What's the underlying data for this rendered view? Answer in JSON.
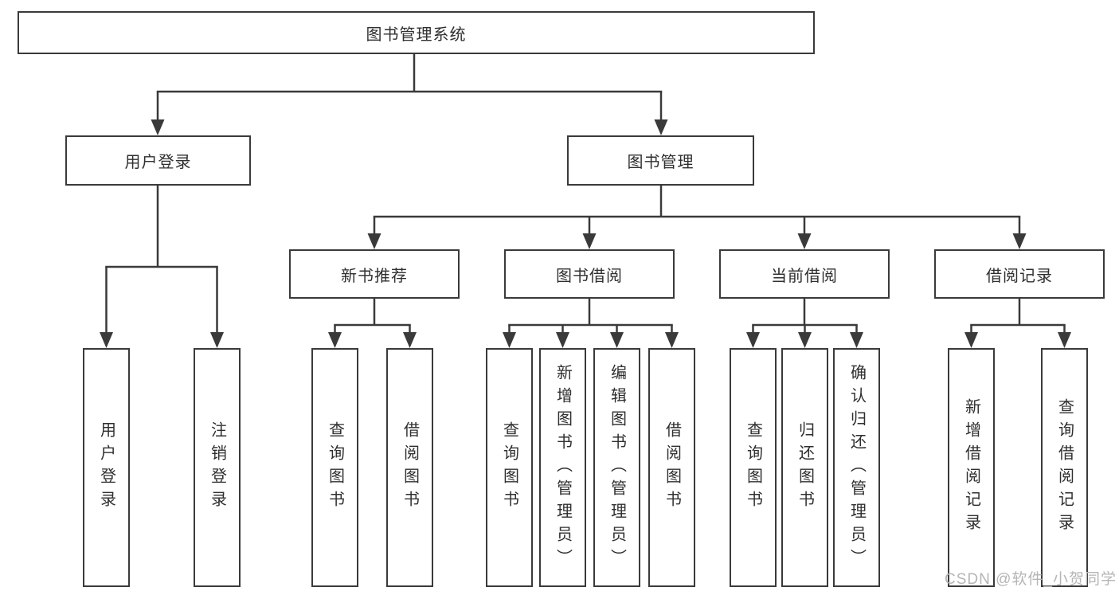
{
  "tree": {
    "label": "图书管理系统",
    "children": [
      {
        "label": "用户登录",
        "children": [
          {
            "label": "用户登录"
          },
          {
            "label": "注销登录"
          }
        ]
      },
      {
        "label": "图书管理",
        "children": [
          {
            "label": "新书推荐",
            "children": [
              {
                "label": "查询图书"
              },
              {
                "label": "借阅图书"
              }
            ]
          },
          {
            "label": "图书借阅",
            "children": [
              {
                "label": "查询图书"
              },
              {
                "label": "新增图书（管理员）"
              },
              {
                "label": "编辑图书（管理员）"
              },
              {
                "label": "借阅图书"
              }
            ]
          },
          {
            "label": "当前借阅",
            "children": [
              {
                "label": "查询图书"
              },
              {
                "label": "归还图书"
              },
              {
                "label": "确认归还（管理员）"
              }
            ]
          },
          {
            "label": "借阅记录",
            "children": [
              {
                "label": "新增借阅记录"
              },
              {
                "label": "查询借阅记录"
              }
            ]
          }
        ]
      }
    ]
  },
  "watermark": "CSDN @软件_小贺同学",
  "colors": {
    "line": "#3a3a3a",
    "text": "#2f2f2f",
    "watermark": "#b5b5b5",
    "background": "#ffffff"
  }
}
